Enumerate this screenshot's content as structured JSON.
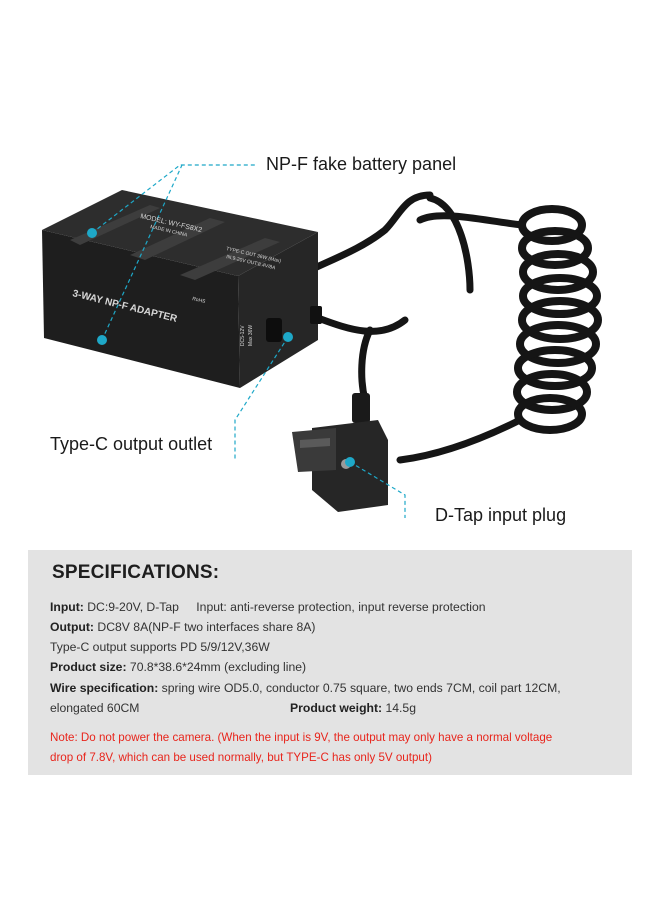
{
  "callouts": {
    "panel": "NP-F fake battery panel",
    "typec": "Type-C output outlet",
    "dtap": "D-Tap input plug"
  },
  "device": {
    "model": "MODEL: WY-FS8X2",
    "made_in": "MADE IN CHINA",
    "typec_out": "TYPE-C OUT 36W (Max)",
    "dc_in": "IN:9-20V  OUT:8.4V/8A",
    "brand": "3-WAY NP-F ADAPTER",
    "port_spec_1": "DC5-12V",
    "port_spec_2": "Max 36W",
    "rohs": "RoHS"
  },
  "specs": {
    "title": "SPECIFICATIONS:",
    "input_label": "Input:",
    "input_value": "DC:9-20V, D-Tap",
    "input_extra": "Input: anti-reverse protection, input reverse protection",
    "output_label": "Output:",
    "output_value": "DC8V 8A(NP-F two interfaces share 8A)",
    "typec_line": "Type-C output supports PD 5/9/12V,36W",
    "size_label": "Product size:",
    "size_value": "70.8*38.6*24mm (excluding line)",
    "wire_label": "Wire specification:",
    "wire_value": "spring wire OD5.0, conductor 0.75 square, two ends 7CM, coil part 12CM,",
    "wire_value_2": "elongated 60CM",
    "weight_label": "Product weight:",
    "weight_value": "14.5g",
    "note_1": "Note: Do not power the camera. (When the input is 9V, the output may only have a normal voltage",
    "note_2": "drop of 7.8V, which can be used normally, but TYPE-C has only 5V output)"
  },
  "colors": {
    "callout_accent": "#1ea8c8",
    "note_red": "#e8251c",
    "panel_gray": "#e3e3e3"
  }
}
